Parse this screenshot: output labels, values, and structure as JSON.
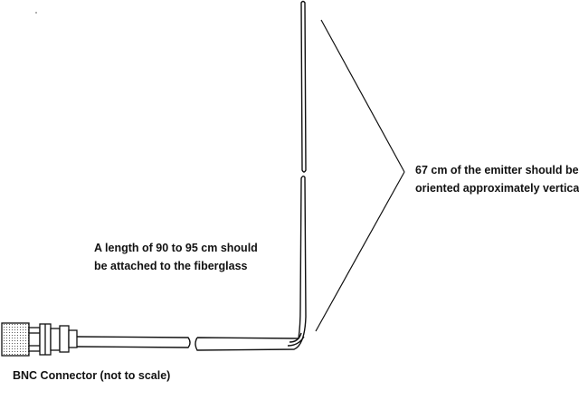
{
  "annotations": {
    "vertical_line1": "67 cm of the emitter should be",
    "vertical_line2": "oriented approximately vertical",
    "length_line1": "A length of 90 to 95 cm should",
    "length_line2": "be attached to the fiberglass",
    "connector_label": "BNC Connector (not to scale)"
  },
  "colors": {
    "ink": "#111111",
    "background": "#ffffff"
  }
}
